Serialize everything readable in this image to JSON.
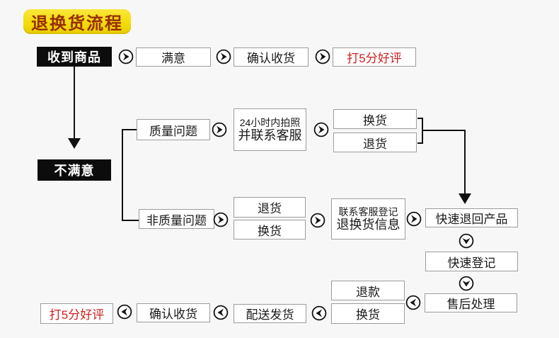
{
  "title": "退换货流程",
  "colors": {
    "background": "#f7f7f7",
    "title_bg_yellow": "#f3dc0a",
    "title_text": "#992d00",
    "node_black": "#0c0c0c",
    "highlight_red": "#cf2121",
    "line_black": "#111111"
  },
  "flow": {
    "received": "收到商品",
    "satisfied": "满意",
    "confirm_receipt_top": "确认收货",
    "five_star_top": "打5分好评",
    "unsatisfied": "不满意",
    "quality_issue": "质量问题",
    "photo_line1": "24小时内拍照",
    "photo_line2": "并联系客服",
    "quality_exchange": "换货",
    "quality_return": "退货",
    "non_quality_issue": "非质量问题",
    "nq_return": "退货",
    "nq_exchange": "换货",
    "contact_line1": "联系客服登记",
    "contact_line2": "退换货信息",
    "fast_return_product": "快速退回产品",
    "fast_register": "快速登记",
    "after_sales": "售后处理",
    "refund": "退款",
    "bottom_exchange": "换货",
    "delivery": "配送发货",
    "confirm_receipt_bottom": "确认收货",
    "five_star_bottom": "打5分好评"
  }
}
